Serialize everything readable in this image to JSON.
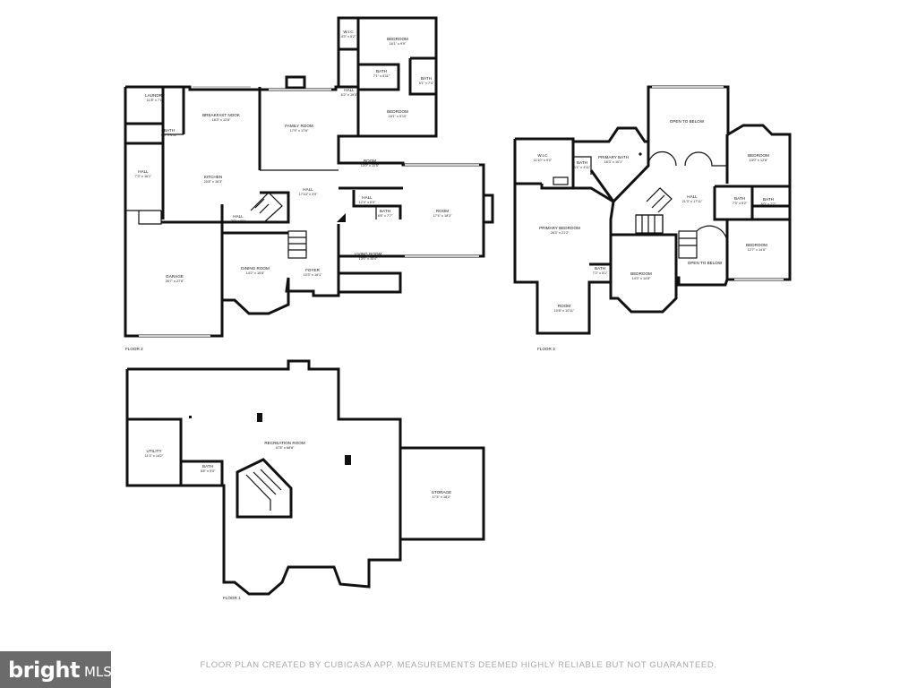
{
  "floors": [
    {
      "label": "FLOOR 2",
      "rooms": [
        {
          "name": "LAUNDRY",
          "dim": "11'8\" x 7'1\""
        },
        {
          "name": "BATH",
          "dim": "4'5\" x 4'11\""
        },
        {
          "name": "HALL",
          "dim": "7'3\" x 16'1\""
        },
        {
          "name": "BREAKFAST NOOK",
          "dim": "16'3\" x 12'6\""
        },
        {
          "name": "KITCHEN",
          "dim": "20'8\" x 16'3\""
        },
        {
          "name": "FAMILY ROOM",
          "dim": "17'9\" x 17'6\""
        },
        {
          "name": "ROOM",
          "dim": "13'0\" x 11'5\""
        },
        {
          "name": "HALL",
          "dim": "6'2\" x 19'0\""
        },
        {
          "name": "W.I.C",
          "dim": "4'3\" x 5'2\""
        },
        {
          "name": "BEDROOM",
          "dim": "16'1\" x 9'9\""
        },
        {
          "name": "BATH",
          "dim": "7'1\" x 4'11\""
        },
        {
          "name": "BATH",
          "dim": "5'1\" x 7'4\""
        },
        {
          "name": "BEDROOM",
          "dim": "16'1\" x 9'10\""
        },
        {
          "name": "HALL",
          "dim": "17'10\" x 3'9\""
        },
        {
          "name": "HALL",
          "dim": "12'4\" x 6'0\""
        },
        {
          "name": "BATH",
          "dim": "6'8\" x 7'7\""
        },
        {
          "name": "ROOM",
          "dim": "17'4\" x 18'3\""
        },
        {
          "name": "HALL",
          "dim": "7'0\" x 6'1\""
        },
        {
          "name": "GARAGE",
          "dim": "26'7\" x 27'6\""
        },
        {
          "name": "DINING ROOM",
          "dim": "14'2\" x 16'8\""
        },
        {
          "name": "FOYER",
          "dim": "10'3\" x 16'1\""
        },
        {
          "name": "LIVING ROOM",
          "dim": "13'0\" x 15'4\""
        }
      ]
    },
    {
      "label": "FLOOR 3",
      "rooms": [
        {
          "name": "W.I.C",
          "dim": "11'10\" x 9'0\""
        },
        {
          "name": "BATH",
          "dim": "5'1\" x 4'11\""
        },
        {
          "name": "PRIMARY BATH",
          "dim": "16'3\" x 10'1\""
        },
        {
          "name": "OPEN TO BELOW",
          "dim": ""
        },
        {
          "name": "BEDROOM",
          "dim": "13'0\" x 12'8\""
        },
        {
          "name": "HALL",
          "dim": "21'3\" x 17'11\""
        },
        {
          "name": "BATH",
          "dim": "7'3\" x 5'2\""
        },
        {
          "name": "BATH",
          "dim": "6'0\" x 7'2\""
        },
        {
          "name": "PRIMARY BEDROOM",
          "dim": "26'3\" x 21'2\""
        },
        {
          "name": "BEDROOM",
          "dim": "12'7\" x 14'6\""
        },
        {
          "name": "OPEN TO BELOW",
          "dim": ""
        },
        {
          "name": "BATH",
          "dim": "7'2\" x 5'1\""
        },
        {
          "name": "BEDROOM",
          "dim": "14'3\" x 14'8\""
        },
        {
          "name": "ROOM",
          "dim": "10'8\" x 10'11\""
        }
      ]
    },
    {
      "label": "FLOOR 1",
      "rooms": [
        {
          "name": "RECREATION ROOM",
          "dim": "47'8\" x 68'8\""
        },
        {
          "name": "UTILITY",
          "dim": "11'3\" x 14'2\""
        },
        {
          "name": "BATH",
          "dim": "6'8\" x 5'0\""
        },
        {
          "name": "STORAGE",
          "dim": "17'4\" x 18'2\""
        }
      ]
    }
  ],
  "footer": {
    "logo_word": "bright",
    "logo_sub": "MLS",
    "disclaimer": "FLOOR PLAN CREATED BY CUBICASA APP. MEASUREMENTS DEEMED HIGHLY RELIABLE BUT NOT GUARANTEED."
  }
}
